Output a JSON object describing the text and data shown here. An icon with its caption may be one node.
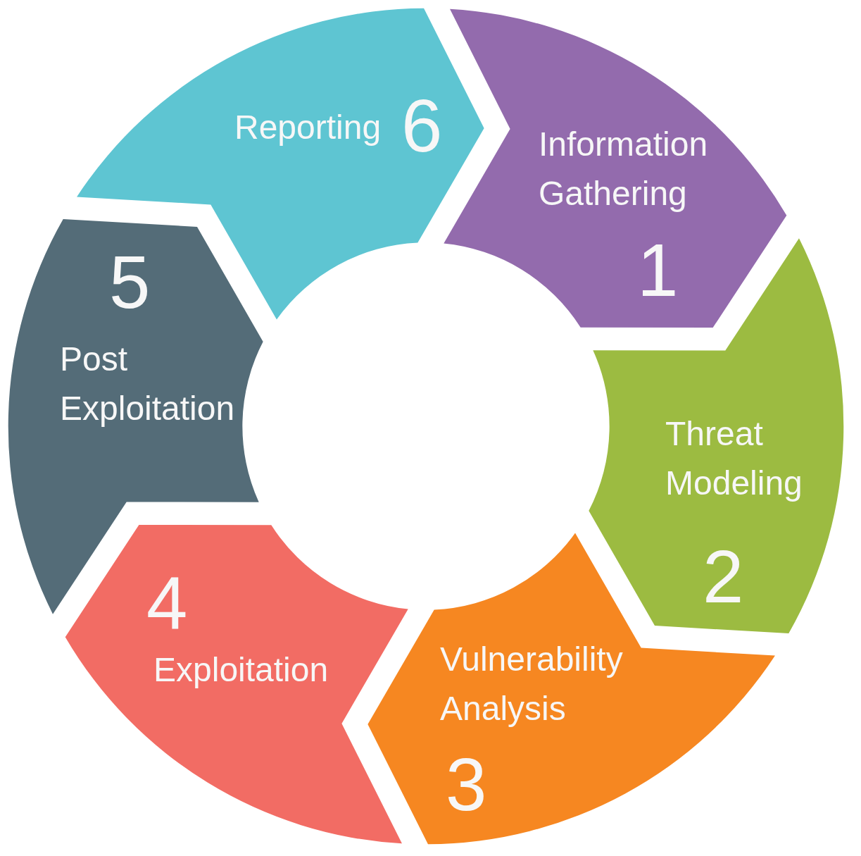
{
  "diagram": {
    "nodes": [
      {
        "text": [
          "Information Gathering",
          "1"
        ]
      },
      {
        "text": [
          "Threat Modeling",
          "2"
        ]
      },
      {
        "text": [
          "Vulnerability Analysis",
          "3"
        ]
      },
      {
        "text": [
          "4",
          "Exploitation"
        ]
      },
      {
        "text": [
          "5",
          "Post Exploitation"
        ]
      },
      {
        "text": [
          "Reporting",
          "6"
        ]
      }
    ]
  }
}
